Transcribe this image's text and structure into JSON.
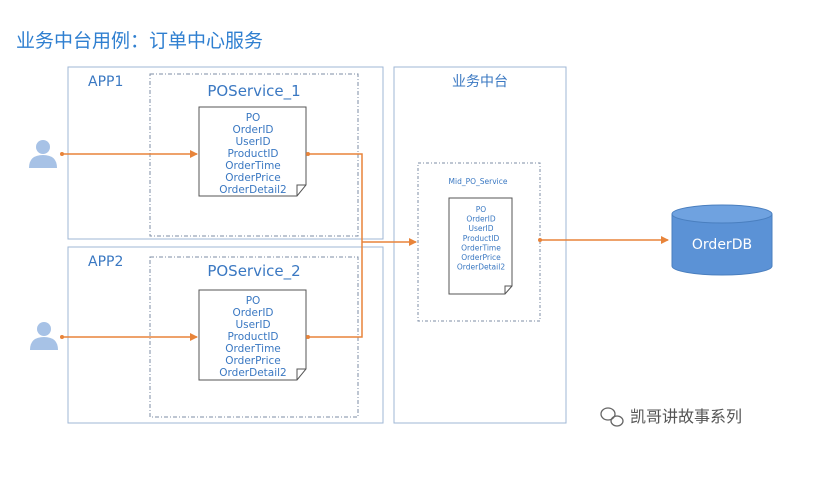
{
  "title": "业务中台用例：订单中心服务",
  "app1": {
    "label": "APP1",
    "service": "POService_1"
  },
  "app2": {
    "label": "APP2",
    "service": "POService_2"
  },
  "middle": {
    "label": "业务中台",
    "service": "Mid_PO_Service"
  },
  "doc_fields": [
    "PO",
    "OrderID",
    "UserID",
    "ProductID",
    "OrderTime",
    "OrderPrice",
    "OrderDetail2"
  ],
  "database": {
    "label": "OrderDB"
  },
  "watermark": "凯哥讲故事系列",
  "colors": {
    "box_stroke": "#9fb7d6",
    "arrow": "#e8843a",
    "db_fill": "#5b92d6",
    "db_top": "#6fa2e0",
    "user_icon": "#a7c2e6",
    "title": "#2f7fd0"
  }
}
